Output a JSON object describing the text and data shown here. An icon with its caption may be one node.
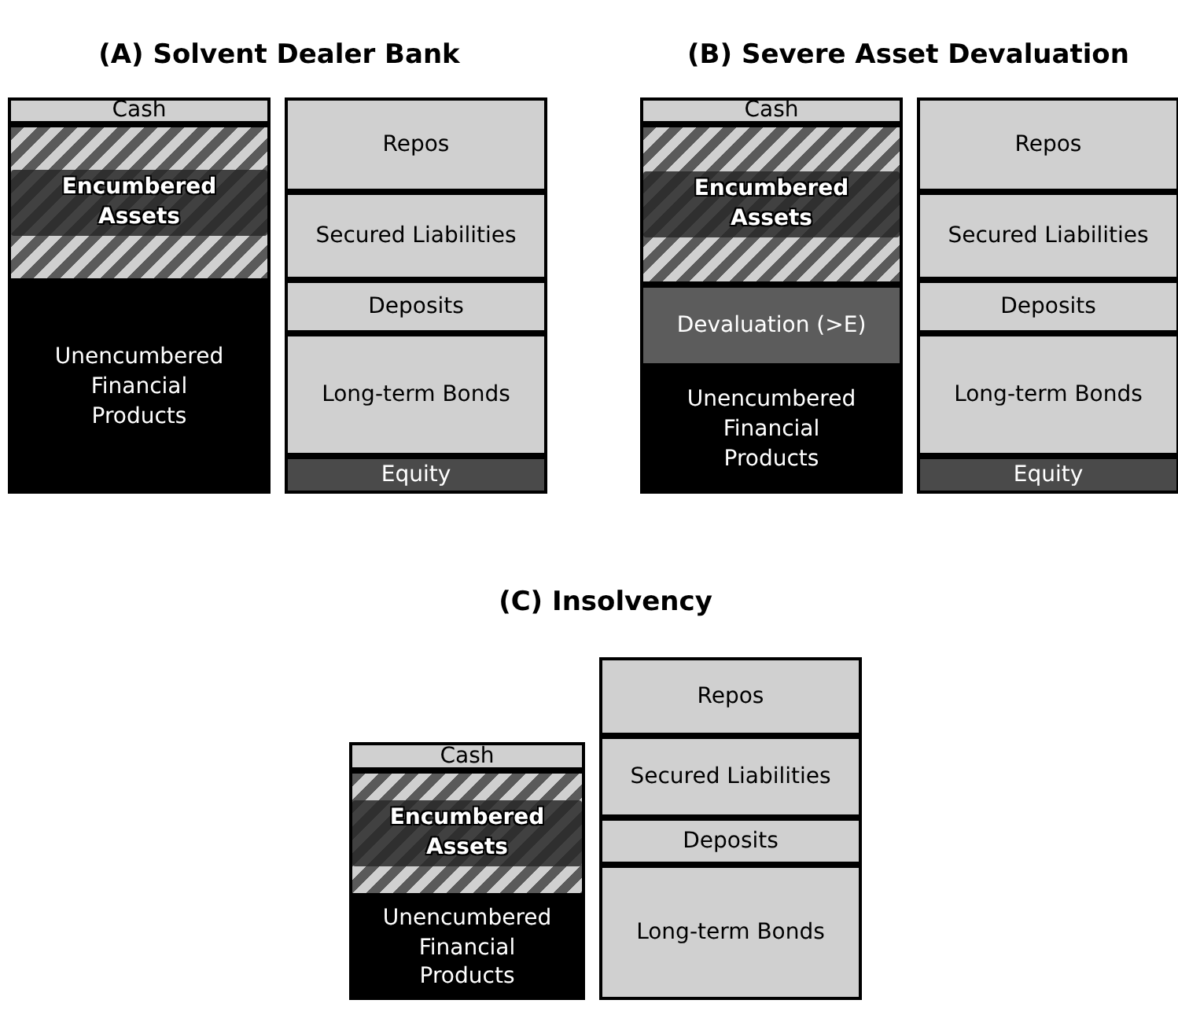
{
  "diagram": {
    "nodes": [
      {
        "text": [
          "(A) Solvent Dealer Bank"
        ]
      },
      {
        "text": [
          "Cash"
        ],
        "in": 0
      },
      {
        "text": [
          "Encumbered Assets"
        ],
        "in": 0
      },
      {
        "text": [
          "Unencumbered Financial Products"
        ],
        "in": 0
      },
      {
        "text": [
          "Repos"
        ],
        "in": 0
      },
      {
        "text": [
          "Secured Liabilities"
        ],
        "in": 0
      },
      {
        "text": [
          "Deposits"
        ],
        "in": 0
      },
      {
        "text": [
          "Long-term Bonds"
        ],
        "in": 0
      },
      {
        "text": [
          "Equity"
        ],
        "in": 0
      },
      {
        "text": [
          "(B) Severe Asset Devaluation"
        ]
      },
      {
        "text": [
          "Cash"
        ],
        "in": 9
      },
      {
        "text": [
          "Encumbered Assets"
        ],
        "in": 9
      },
      {
        "text": [
          "Devaluation (>E)"
        ],
        "in": 9
      },
      {
        "text": [
          "Unencumbered Financial Products"
        ],
        "in": 9
      },
      {
        "text": [
          "Repos"
        ],
        "in": 9
      },
      {
        "text": [
          "Secured Liabilities"
        ],
        "in": 9
      },
      {
        "text": [
          "Deposits"
        ],
        "in": 9
      },
      {
        "text": [
          "Long-term Bonds"
        ],
        "in": 9
      },
      {
        "text": [
          "Equity"
        ],
        "in": 9
      },
      {
        "text": [
          "(C) Insolvency"
        ]
      },
      {
        "text": [
          "Cash"
        ],
        "in": 19
      },
      {
        "text": [
          "Encumbered Assets"
        ],
        "in": 19
      },
      {
        "text": [
          "Unencumbered Financial Products"
        ],
        "in": 19
      },
      {
        "text": [
          "Repos"
        ],
        "in": 19
      },
      {
        "text": [
          "Secured Liabilities"
        ],
        "in": 19
      },
      {
        "text": [
          "Deposits"
        ],
        "in": 19
      },
      {
        "text": [
          "Long-term Bonds"
        ],
        "in": 19
      }
    ]
  }
}
